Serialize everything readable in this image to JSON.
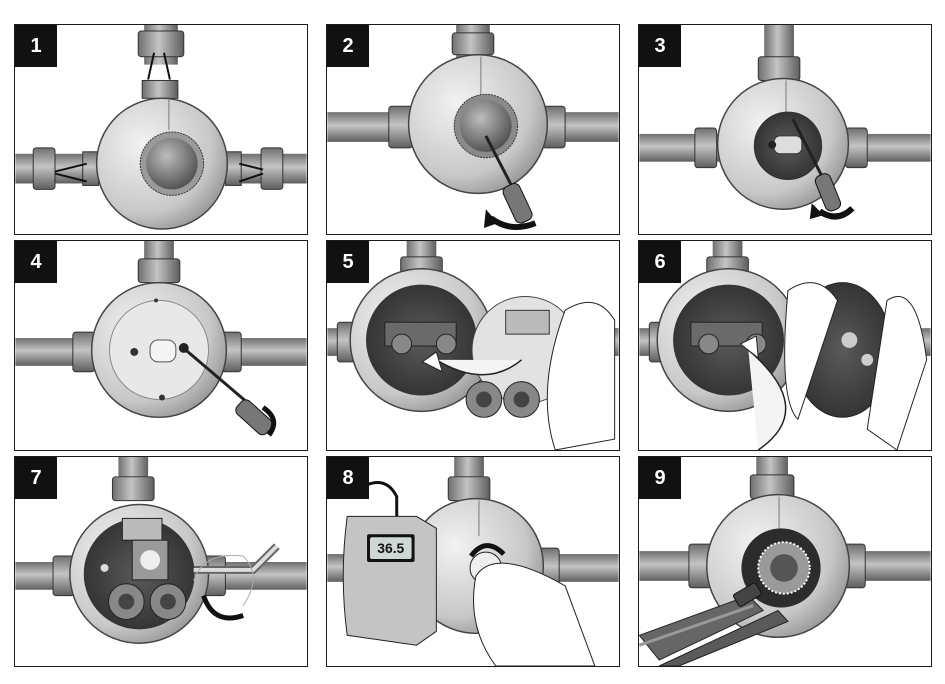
{
  "steps": [
    {
      "number": "1"
    },
    {
      "number": "2"
    },
    {
      "number": "3"
    },
    {
      "number": "4"
    },
    {
      "number": "5"
    },
    {
      "number": "6"
    },
    {
      "number": "7"
    },
    {
      "number": "8"
    },
    {
      "number": "9"
    }
  ],
  "thermometer": {
    "reading": "36.5"
  },
  "colors": {
    "border": "#1a1a1a",
    "badge_bg": "#111111",
    "pipe": "#8a8a8a",
    "valve_body": "#cfcfcf",
    "cavity": "#4a4a4a",
    "arrow_dark": "#111111"
  }
}
